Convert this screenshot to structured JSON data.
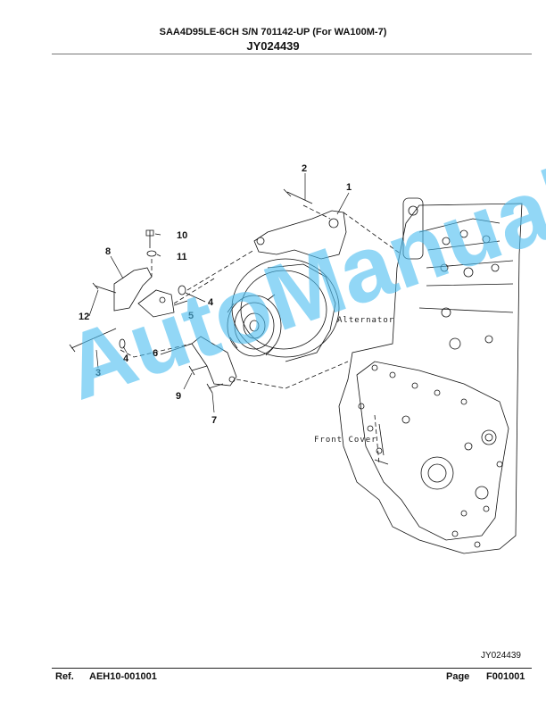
{
  "header": {
    "title": "SAA4D95LE-6CH S/N 701142-UP (For WA100M-7)",
    "subtitle": "JY024439"
  },
  "drawing": {
    "callouts": [
      "1",
      "2",
      "3",
      "4",
      "4",
      "5",
      "6",
      "7",
      "8",
      "9",
      "10",
      "11",
      "12"
    ],
    "labels": {
      "alternator": "Alternator",
      "front_cover": "Front Cover"
    },
    "drawing_code": "JY024439"
  },
  "watermark": "AutoManual",
  "footer": {
    "ref_label": "Ref.",
    "ref_value": "AEH10-001001",
    "page_label": "Page",
    "page_value": "F001001"
  }
}
